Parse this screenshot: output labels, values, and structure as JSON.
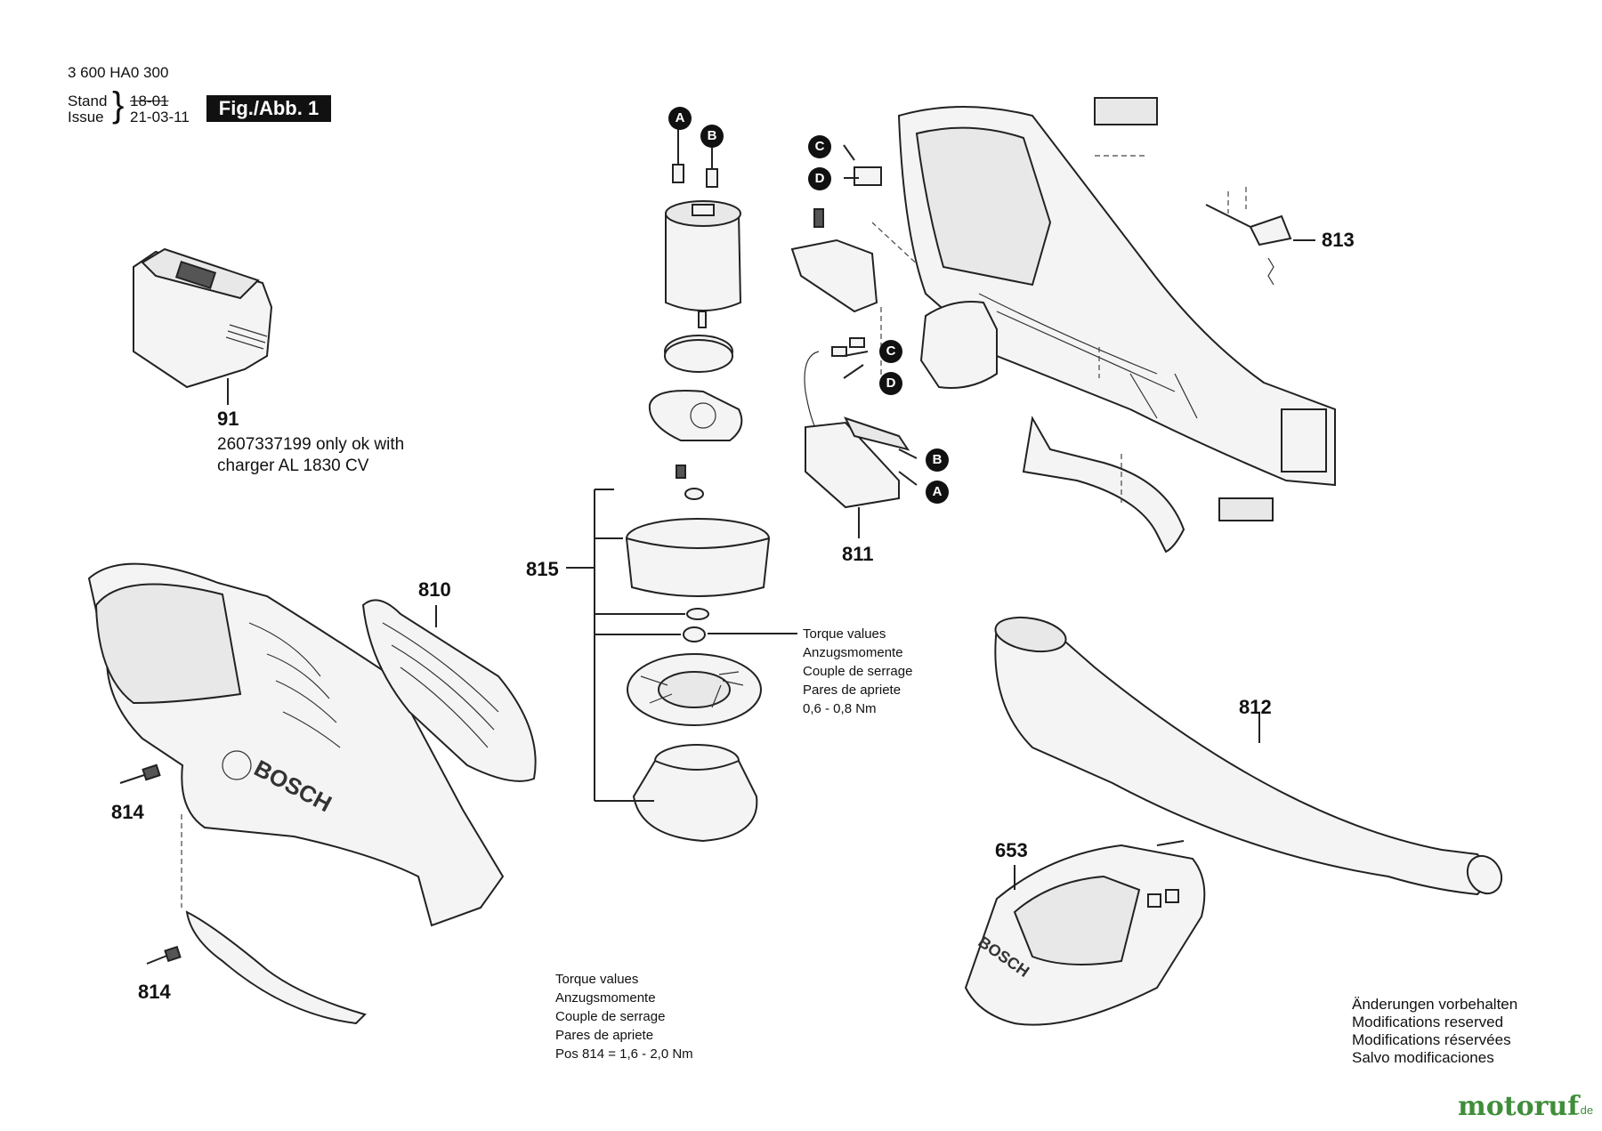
{
  "header": {
    "part_number": "3 600 HA0 300",
    "stand_label": "Stand",
    "issue_label": "Issue",
    "old_date": "18-01",
    "issue_date": "21-03-11",
    "figure_label": "Fig./Abb. 1"
  },
  "callouts": {
    "battery": "91",
    "battery_note_1": "2607337199 only ok with",
    "battery_note_2": "charger AL 1830 CV",
    "fan_group": "815",
    "cover": "810",
    "screw_top": "814",
    "screw_bottom": "814",
    "switch": "811",
    "tube": "812",
    "latch": "813",
    "charger": "653"
  },
  "connectors": {
    "a": "A",
    "b": "B",
    "c": "C",
    "d": "D"
  },
  "torque_note_fan": [
    "Torque values",
    "Anzugsmomente",
    "Couple de serrage",
    "Pares de apriete",
    "0,6 - 0,8 Nm"
  ],
  "torque_note_screws": [
    "Torque values",
    "Anzugsmomente",
    "Couple de serrage",
    "Pares de apriete",
    "Pos 814 = 1,6 - 2,0 Nm"
  ],
  "disclaimer": [
    "Änderungen vorbehalten",
    "Modifications reserved",
    "Modifications réservées",
    "Salvo modificaciones"
  ],
  "watermark": {
    "brand": "motoruf",
    "tld": ".de",
    "color": "#3f8e3a"
  },
  "part_text": {
    "housing_brand": "BOSCH",
    "charger_brand": "BOSCH"
  }
}
